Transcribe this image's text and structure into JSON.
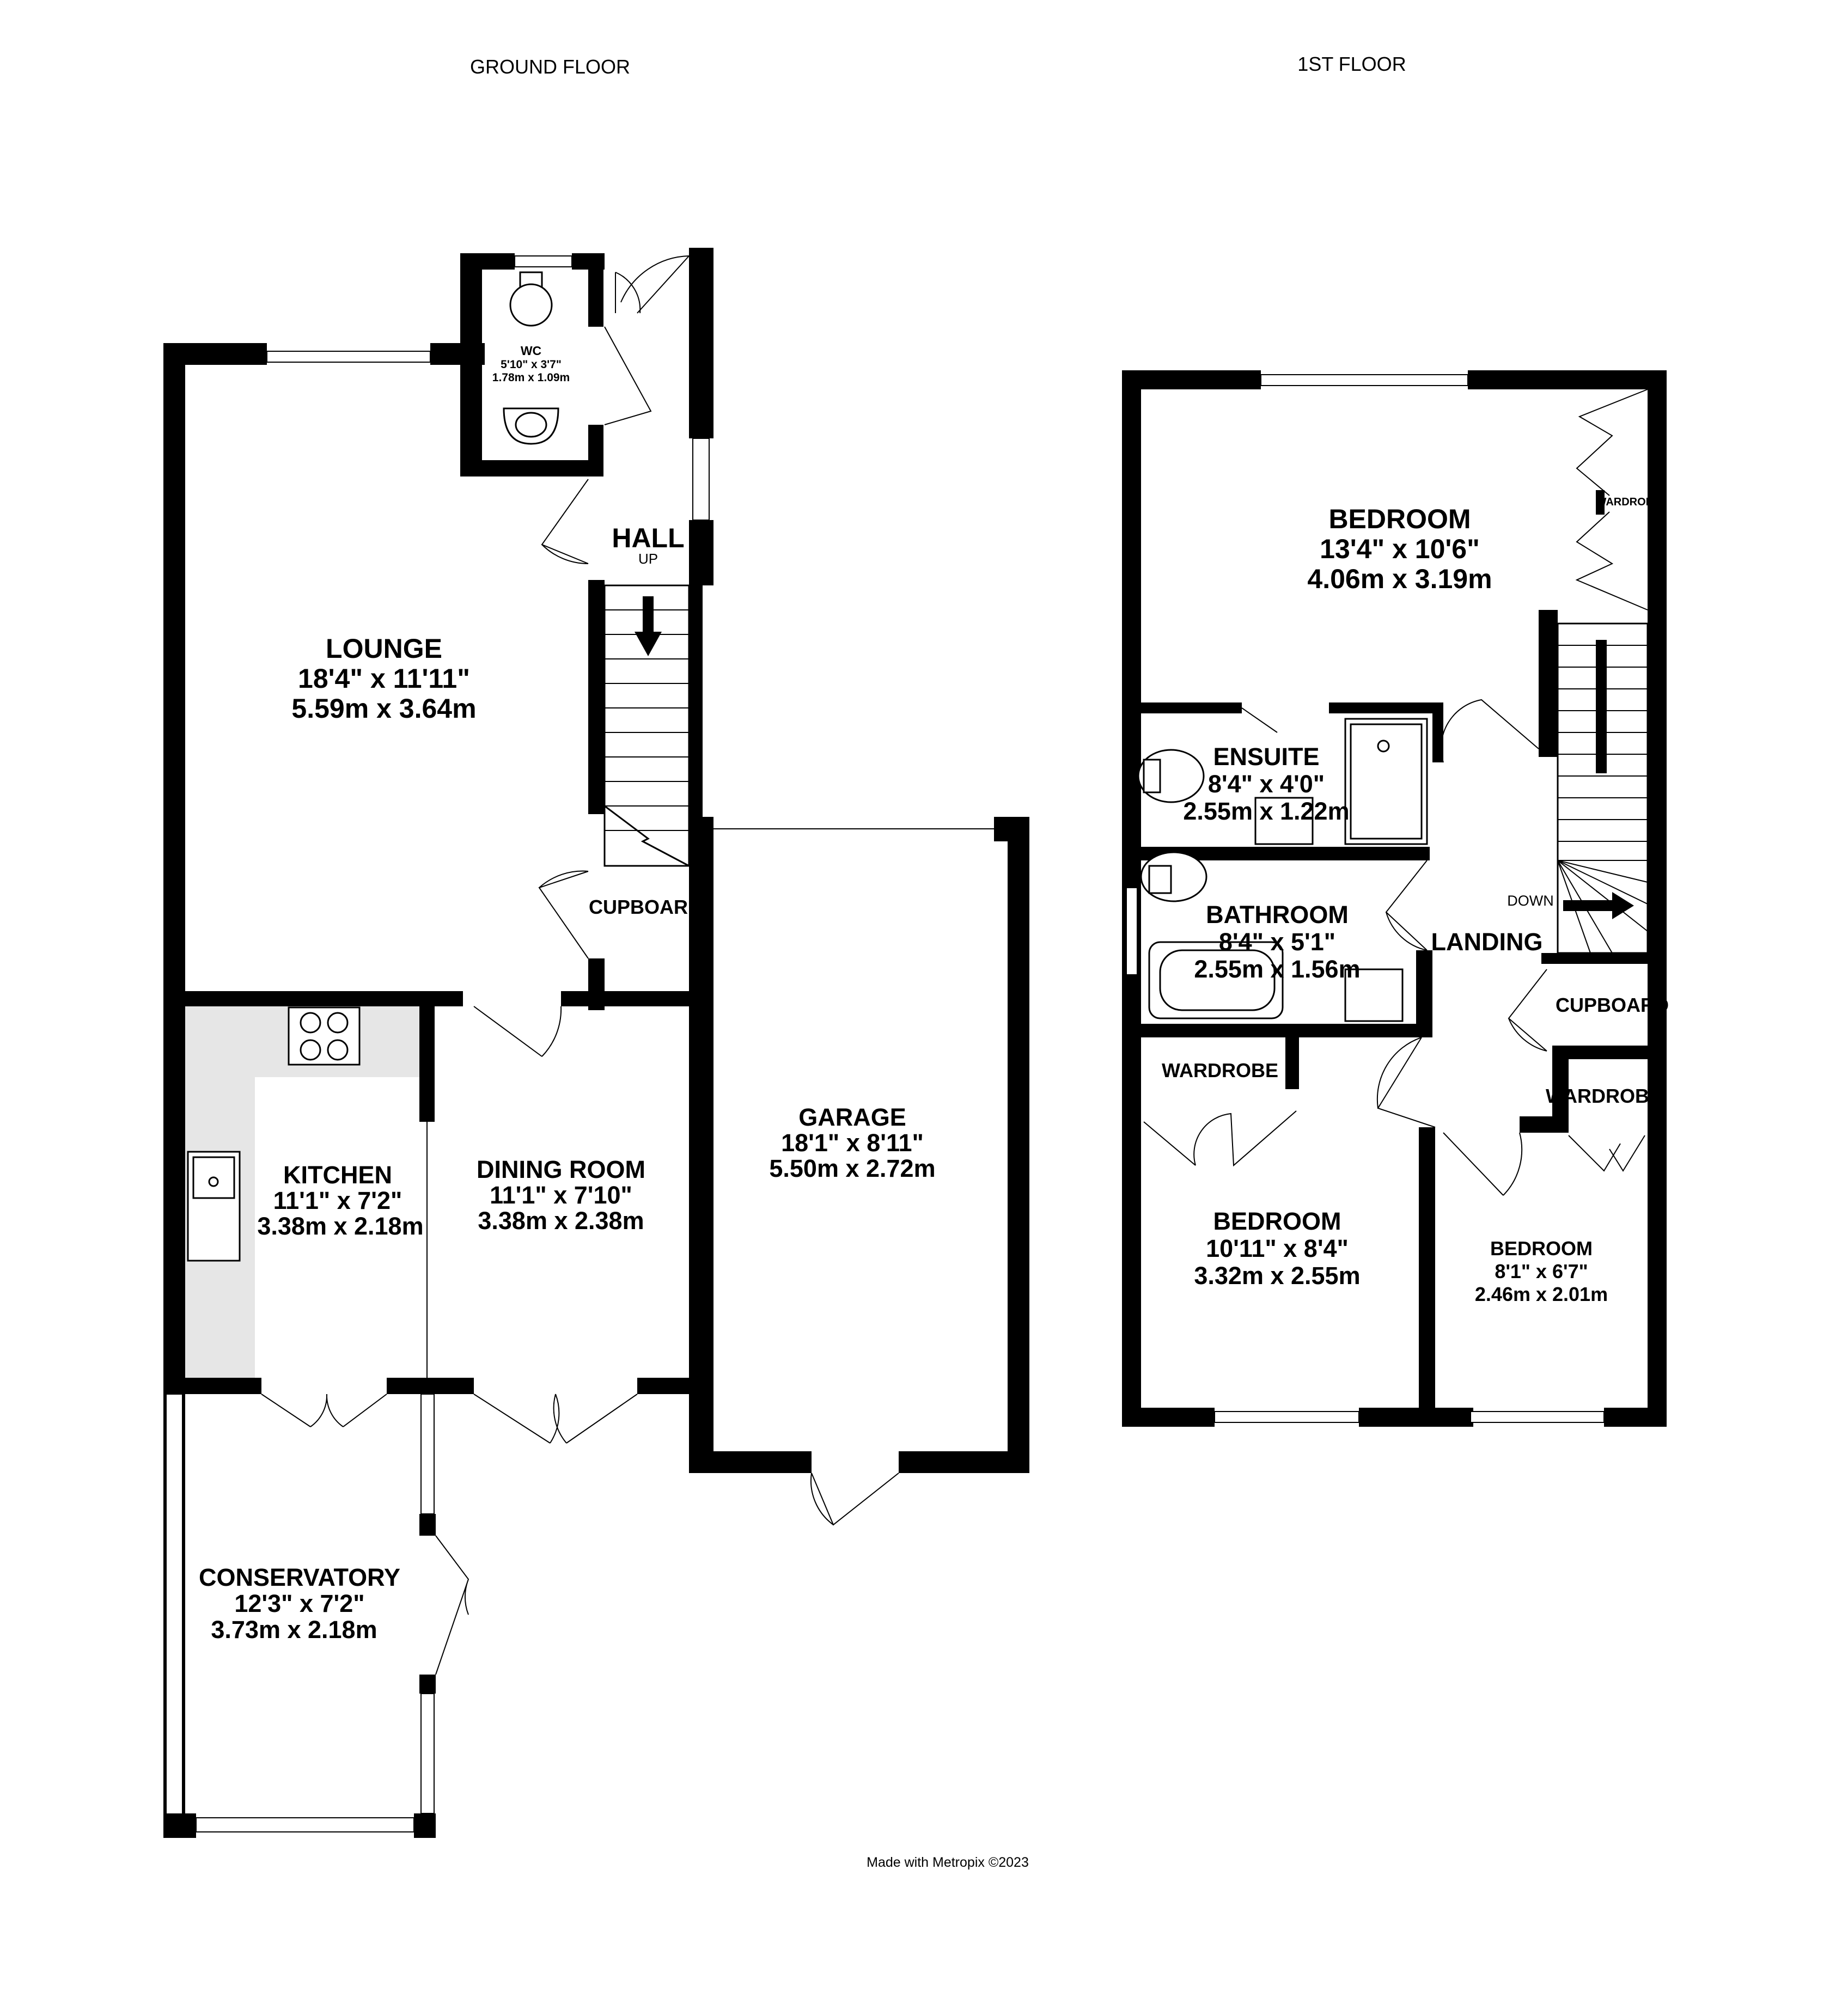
{
  "titles": {
    "ground_floor": "GROUND FLOOR",
    "first_floor": "1ST FLOOR"
  },
  "ground_floor": {
    "wc": {
      "name": "WC",
      "imperial": "5'10\"  x 3'7\"",
      "metric": "1.78m  x 1.09m"
    },
    "hall": {
      "name": "HALL",
      "note": "UP"
    },
    "lounge": {
      "name": "LOUNGE",
      "imperial": "18'4\"  x 11'11\"",
      "metric": "5.59m  x 3.64m"
    },
    "cupboard": {
      "name": "CUPBOARD"
    },
    "kitchen": {
      "name": "KITCHEN",
      "imperial": "11'1\"  x 7'2\"",
      "metric": "3.38m  x 2.18m"
    },
    "dining": {
      "name": "DINING ROOM",
      "imperial": "11'1\"  x 7'10\"",
      "metric": "3.38m  x 2.38m"
    },
    "garage": {
      "name": "GARAGE",
      "imperial": "18'1\"  x 8'11\"",
      "metric": "5.50m  x 2.72m"
    },
    "conservatory": {
      "name": "CONSERVATORY",
      "imperial": "12'3\"  x 7'2\"",
      "metric": "3.73m  x 2.18m"
    }
  },
  "first_floor": {
    "bedroom1": {
      "name": "BEDROOM",
      "imperial": "13'4\"  x 10'6\"",
      "metric": "4.06m  x 3.19m"
    },
    "wardrobe1": {
      "name": "WARDROBE"
    },
    "ensuite": {
      "name": "ENSUITE",
      "imperial": "8'4\"  x 4'0\"",
      "metric": "2.55m  x 1.22m"
    },
    "bathroom": {
      "name": "BATHROOM",
      "imperial": "8'4\"  x 5'1\"",
      "metric": "2.55m  x 1.56m"
    },
    "landing": {
      "name": "LANDING",
      "note": "DOWN"
    },
    "cupboard": {
      "name": "CUPBOARD"
    },
    "wardrobe2": {
      "name": "WARDROBE"
    },
    "wardrobe3": {
      "name": "WARDROBE"
    },
    "bedroom2": {
      "name": "BEDROOM",
      "imperial": "10'11\"  x 8'4\"",
      "metric": "3.32m  x 2.55m"
    },
    "bedroom3": {
      "name": "BEDROOM",
      "imperial": "8'1\"  x 6'7\"",
      "metric": "2.46m  x 2.01m"
    }
  },
  "credit": "Made with Metropix ©2023"
}
